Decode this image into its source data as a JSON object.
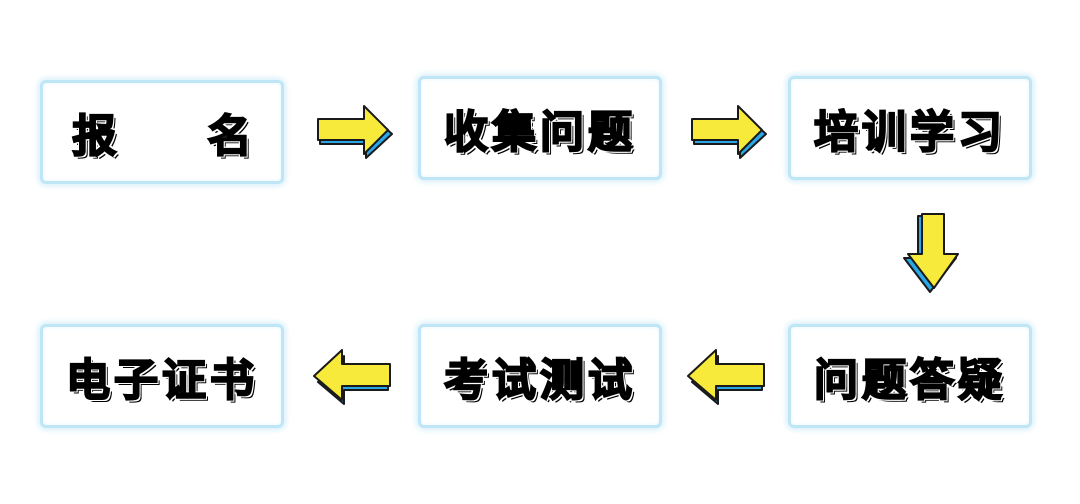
{
  "steps": [
    {
      "id": "signup",
      "label": "报 名"
    },
    {
      "id": "collect-questions",
      "label": "收集问题"
    },
    {
      "id": "training-study",
      "label": "培训学习"
    },
    {
      "id": "question-answer",
      "label": "问题答疑"
    },
    {
      "id": "exam-test",
      "label": "考试测试"
    },
    {
      "id": "e-certificate",
      "label": "电子证书"
    }
  ],
  "colors": {
    "box_border": "#bfe6f7",
    "arrow_fill": "#f7ea3a",
    "arrow_shadow": "#2aa7e6",
    "arrow_outline": "#1a1a1a",
    "text": "#1a1a1a"
  },
  "arrows": [
    {
      "from": "signup",
      "to": "collect-questions",
      "icon": "arrow-right-icon"
    },
    {
      "from": "collect-questions",
      "to": "training-study",
      "icon": "arrow-right-icon"
    },
    {
      "from": "training-study",
      "to": "question-answer",
      "icon": "arrow-down-icon"
    },
    {
      "from": "question-answer",
      "to": "exam-test",
      "icon": "arrow-left-icon"
    },
    {
      "from": "exam-test",
      "to": "e-certificate",
      "icon": "arrow-left-icon"
    }
  ]
}
